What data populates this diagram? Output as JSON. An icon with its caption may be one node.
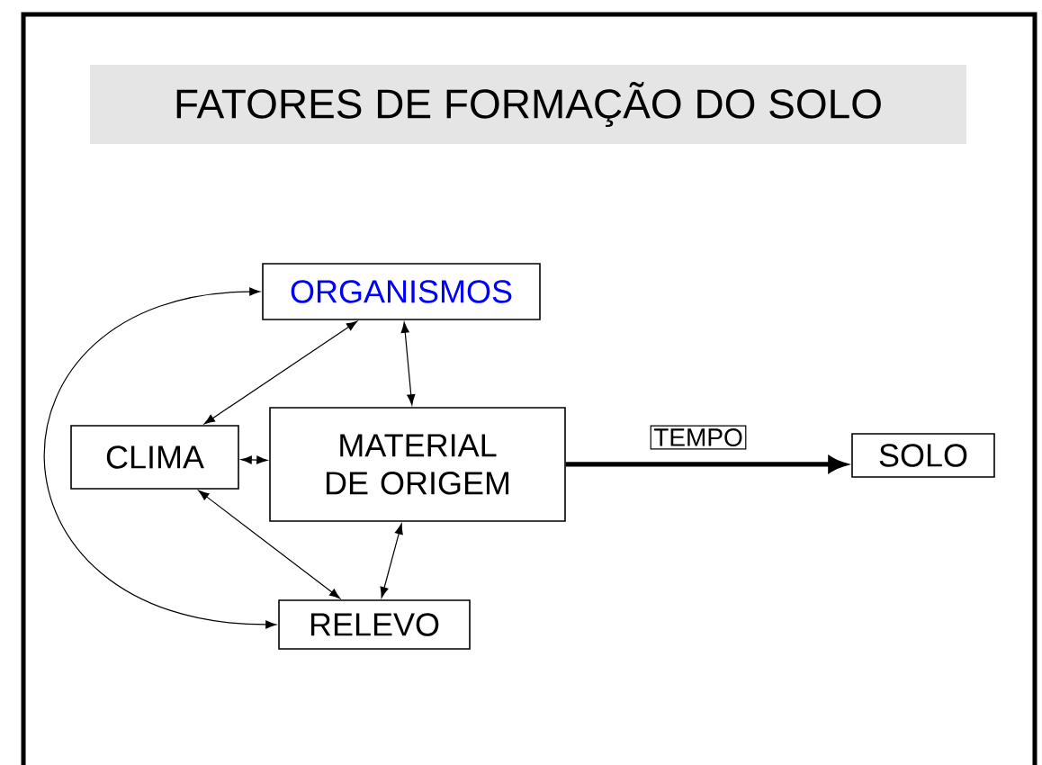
{
  "diagram": {
    "title": "FATORES DE FORMAÇÃO DO SOLO",
    "nodes": [
      {
        "text": [
          "ORGANISMOS"
        ]
      },
      {
        "text": [
          "CLIMA"
        ]
      },
      {
        "text": [
          "MATERIAL DE ORIGEM"
        ]
      },
      {
        "text": [
          "RELEVO"
        ]
      },
      {
        "text": [
          "SOLO"
        ]
      }
    ],
    "edges": [
      {
        "from": 0,
        "to": 1,
        "arrow": "both"
      },
      {
        "from": 1,
        "to": 2,
        "arrow": "both"
      },
      {
        "from": 0,
        "to": 2,
        "arrow": "both"
      },
      {
        "from": 2,
        "to": 3,
        "arrow": "both"
      },
      {
        "from": 1,
        "to": 3,
        "arrow": "both"
      },
      {
        "from": 0,
        "to": 3,
        "arrow": "both"
      },
      {
        "from": 2,
        "to": 4,
        "arrow": "to",
        "label": "TEMPO",
        "style": "thick"
      }
    ]
  }
}
